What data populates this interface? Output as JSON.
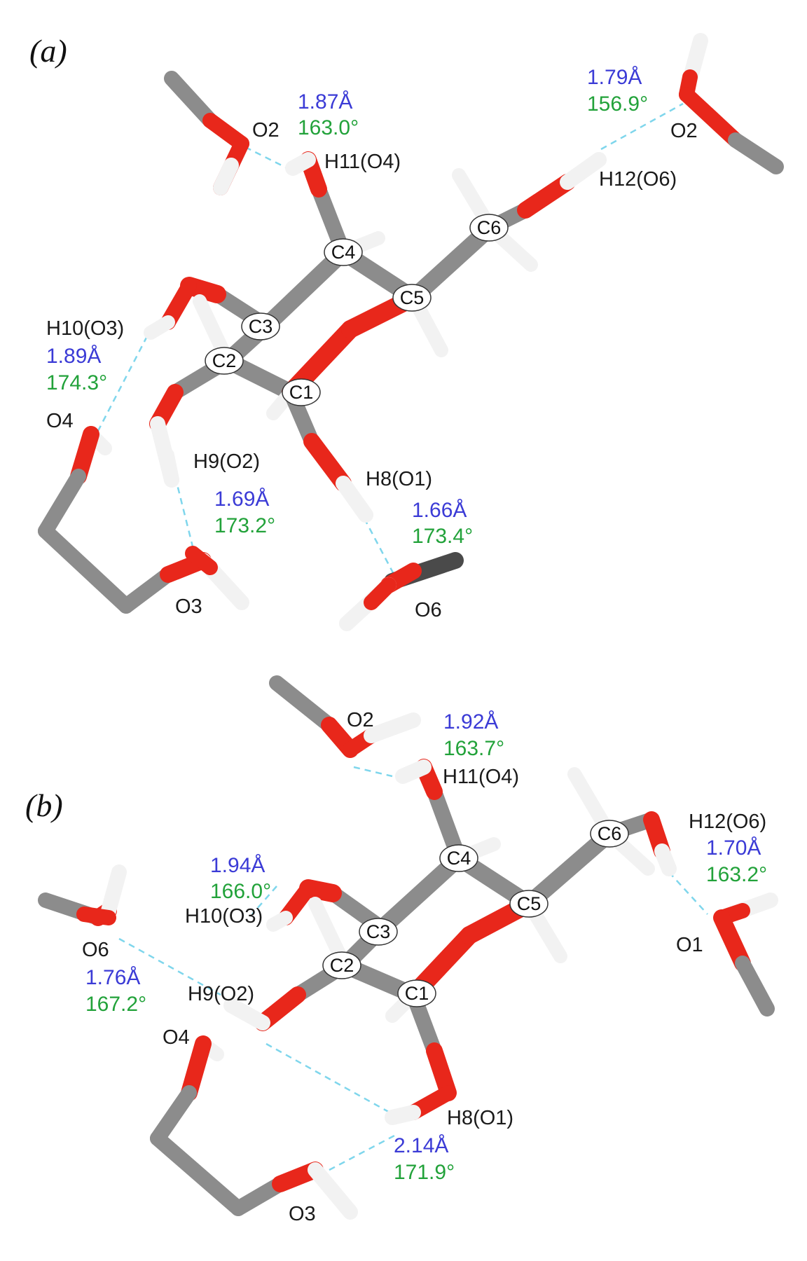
{
  "colors": {
    "distance": "#3b3bd6",
    "angle": "#22a23a",
    "carbon": "#8c8c8c",
    "oxygen": "#e8271b",
    "hydrogen": "#f2f2f2",
    "hbond": "#7fd6ec",
    "label": "#1a1a1a"
  },
  "panel_a": {
    "label": "(a)",
    "hbonds": {
      "h11": {
        "dist": "1.87Å",
        "angle": "163.0°",
        "donor": "H11(O4)",
        "acceptor": "O2"
      },
      "h12": {
        "dist": "1.79Å",
        "angle": "156.9°",
        "donor": "H12(O6)",
        "acceptor": "O2"
      },
      "h10": {
        "dist": "1.89Å",
        "angle": "174.3°",
        "donor": "H10(O3)",
        "acceptor": "O4"
      },
      "h9": {
        "dist": "1.69Å",
        "angle": "173.2°",
        "donor": "H9(O2)",
        "acceptor": "O3"
      },
      "h8": {
        "dist": "1.66Å",
        "angle": "173.4°",
        "donor": "H8(O1)",
        "acceptor": "O6"
      }
    },
    "carbons": [
      "C1",
      "C2",
      "C3",
      "C4",
      "C5",
      "C6"
    ]
  },
  "panel_b": {
    "label": "(b)",
    "hbonds": {
      "h11": {
        "dist": "1.92Å",
        "angle": "163.7°",
        "donor": "H11(O4)",
        "acceptor": "O2"
      },
      "h12": {
        "dist": "1.70Å",
        "angle": "163.2°",
        "donor": "H12(O6)",
        "acceptor": "O1"
      },
      "h10": {
        "dist": "1.94Å",
        "angle": "166.0°",
        "donor": "H10(O3)"
      },
      "h9": {
        "dist": "1.76Å",
        "angle": "167.2°",
        "donor": "H9(O2)",
        "acceptor": "O6"
      },
      "h8": {
        "dist": "2.14Å",
        "angle": "171.9°",
        "donor": "H8(O1)",
        "acceptor": "O3"
      },
      "o4": {
        "label": "O4"
      }
    },
    "carbons": [
      "C1",
      "C2",
      "C3",
      "C4",
      "C5",
      "C6"
    ]
  }
}
